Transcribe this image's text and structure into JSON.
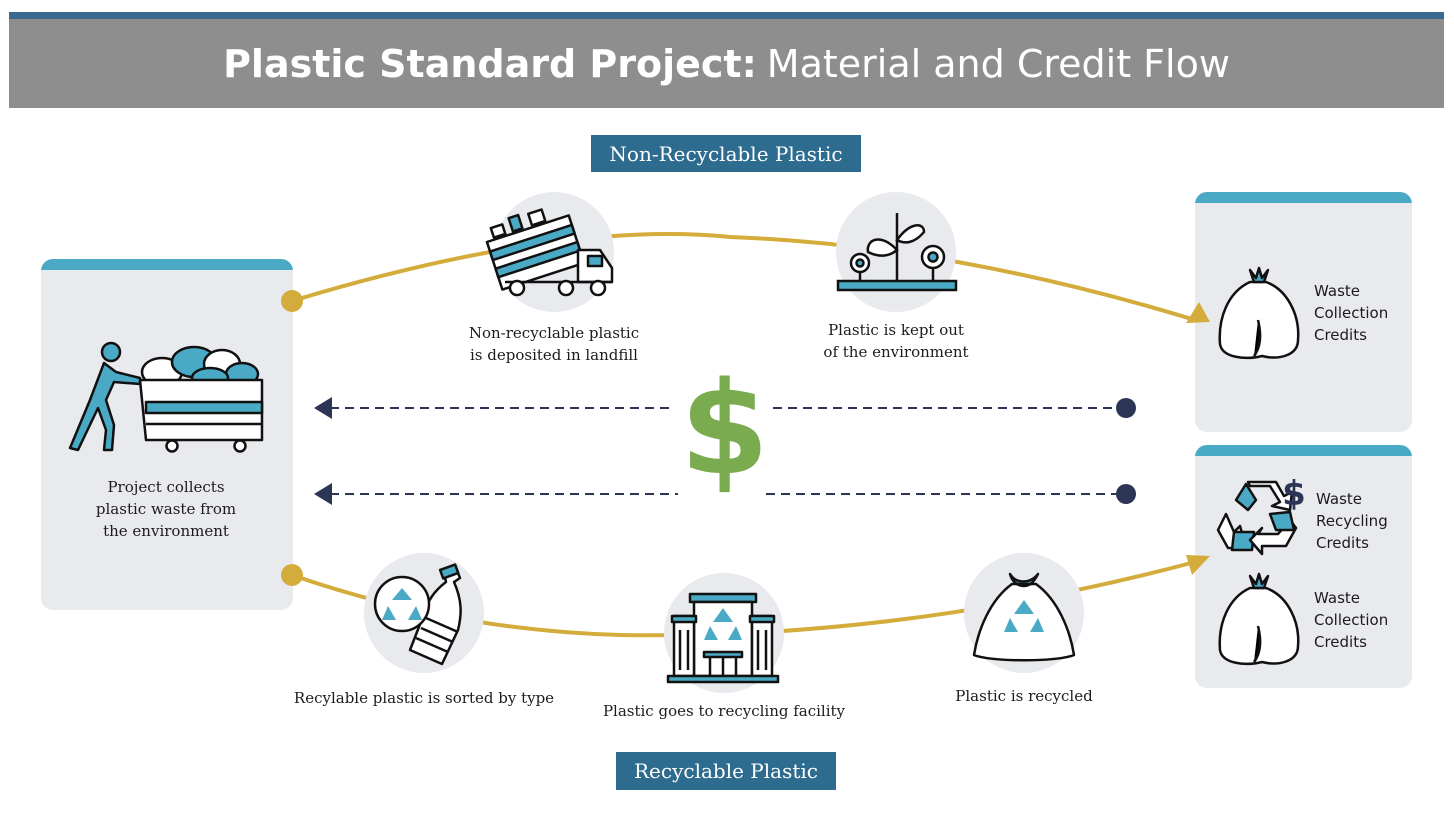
{
  "header": {
    "title_bold": "Plastic Standard Project:",
    "title_light": "Material and Credit Flow"
  },
  "tags": {
    "top": "Non-Recyclable Plastic",
    "bottom": "Recyclable Plastic"
  },
  "left_panel": {
    "caption": [
      "Project collects",
      "plastic waste from",
      "the environment"
    ]
  },
  "top_flow": {
    "landfill_caption": [
      "Non-recyclable plastic",
      "is deposited in landfill"
    ],
    "environment_caption": [
      "Plastic is kept out",
      "of the environment"
    ]
  },
  "bottom_flow": {
    "sorted_caption": "Recylable plastic is sorted by type",
    "facility_caption": "Plastic goes to recycling facility",
    "recycled_caption": "Plastic is recycled"
  },
  "credits_top": {
    "collection": [
      "Waste",
      "Collection",
      "Credits"
    ]
  },
  "credits_bottom": {
    "recycling": [
      "Waste",
      "Recycling",
      "Credits"
    ],
    "collection": [
      "Waste",
      "Collection",
      "Credits"
    ]
  },
  "center": {
    "symbol": "$"
  },
  "colors": {
    "header_bg": "#8e8e8e",
    "header_stripe": "#3a6a90",
    "tag_bg": "#2d6b8f",
    "panel_bg": "#e9eaed",
    "panel_bar": "#4aaac6",
    "flow_line": "#d4ac3c",
    "money_line": "#2c3555",
    "dollar": "#7aab4e",
    "icon_accent": "#4aaac6"
  }
}
